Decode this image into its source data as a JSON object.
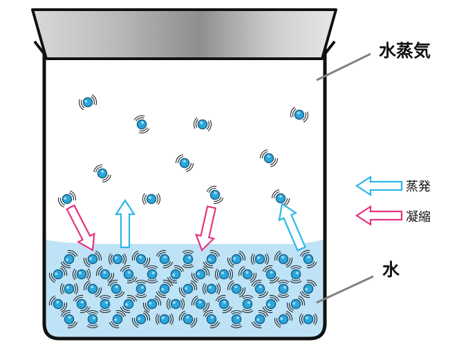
{
  "labels": {
    "vapor": "水蒸気",
    "water": "水"
  },
  "legend": {
    "evaporation": "蒸発",
    "condensation": "凝縮"
  },
  "colors": {
    "water_fill": "#bfe3f6",
    "molecule_fill": "#2aa7dd",
    "molecule_stroke": "#1a5f86",
    "evaporation_arrow": "#27b6e8",
    "condensation_arrow": "#e5327e",
    "beaker_stroke": "#111111",
    "pointer_line": "#808080"
  },
  "icons": {
    "molecule": "water-molecule-icon",
    "evaporation_arrow": "up-arrow-icon",
    "condensation_arrow": "down-arrow-icon"
  }
}
